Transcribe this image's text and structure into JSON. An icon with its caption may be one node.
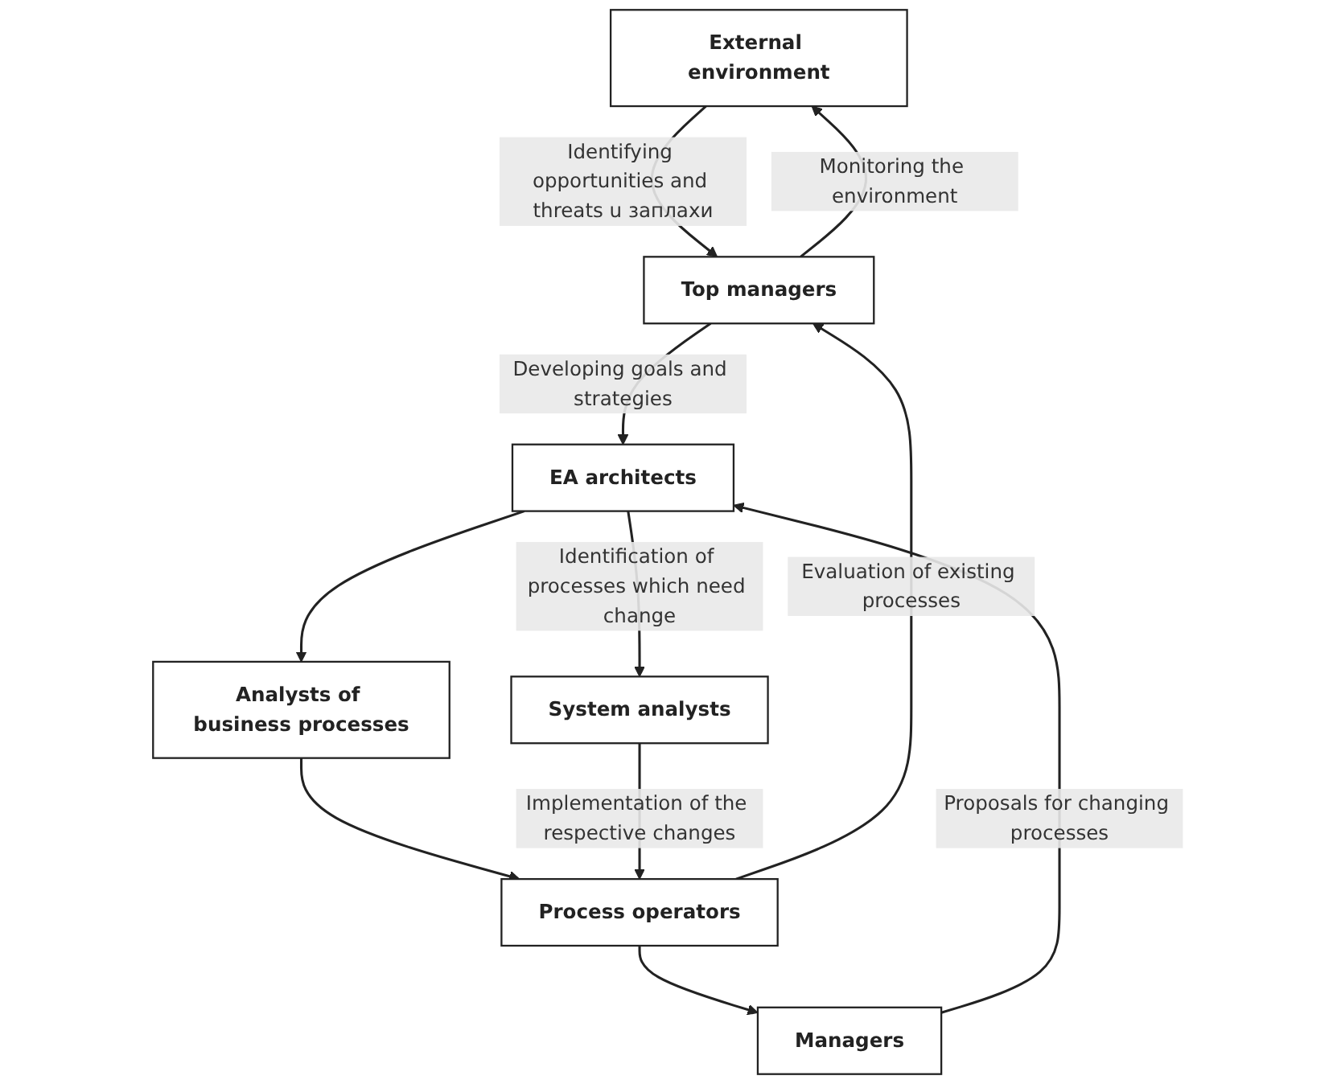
{
  "diagram": {
    "nodes": [
      {
        "text": [
          "External environment"
        ]
      },
      {
        "text": [
          "Top managers"
        ]
      },
      {
        "text": [
          "Managers"
        ]
      },
      {
        "text": [
          "Process operators"
        ]
      },
      {
        "text": [
          "EA architects"
        ]
      },
      {
        "text": [
          "Analysts of business processes"
        ]
      },
      {
        "text": [
          "System analysts"
        ]
      }
    ],
    "edges": [
      {
        "from": 1,
        "to": 0,
        "arrow": "to",
        "label": "Monitoring the environment"
      },
      {
        "from": 0,
        "to": 1,
        "arrow": "to",
        "label": "Identifying opportunities and threats u заплахи"
      },
      {
        "from": 3,
        "to": 1,
        "arrow": "to",
        "label": "Evaluation of existing processes"
      },
      {
        "from": 3,
        "to": 2,
        "arrow": "to"
      },
      {
        "from": 1,
        "to": 4,
        "arrow": "to",
        "label": "Developing goals and strategies"
      },
      {
        "from": 2,
        "to": 4,
        "arrow": "to",
        "label": "Proposals for changing processes"
      },
      {
        "from": 4,
        "to": 5,
        "arrow": "to"
      },
      {
        "from": 4,
        "to": 6,
        "arrow": "to",
        "label": "Identification of processes which need change"
      },
      {
        "from": 5,
        "to": 3,
        "arrow": "to"
      },
      {
        "from": 6,
        "to": 3,
        "arrow": "to",
        "label": "Implementation of the respective changes"
      }
    ]
  }
}
